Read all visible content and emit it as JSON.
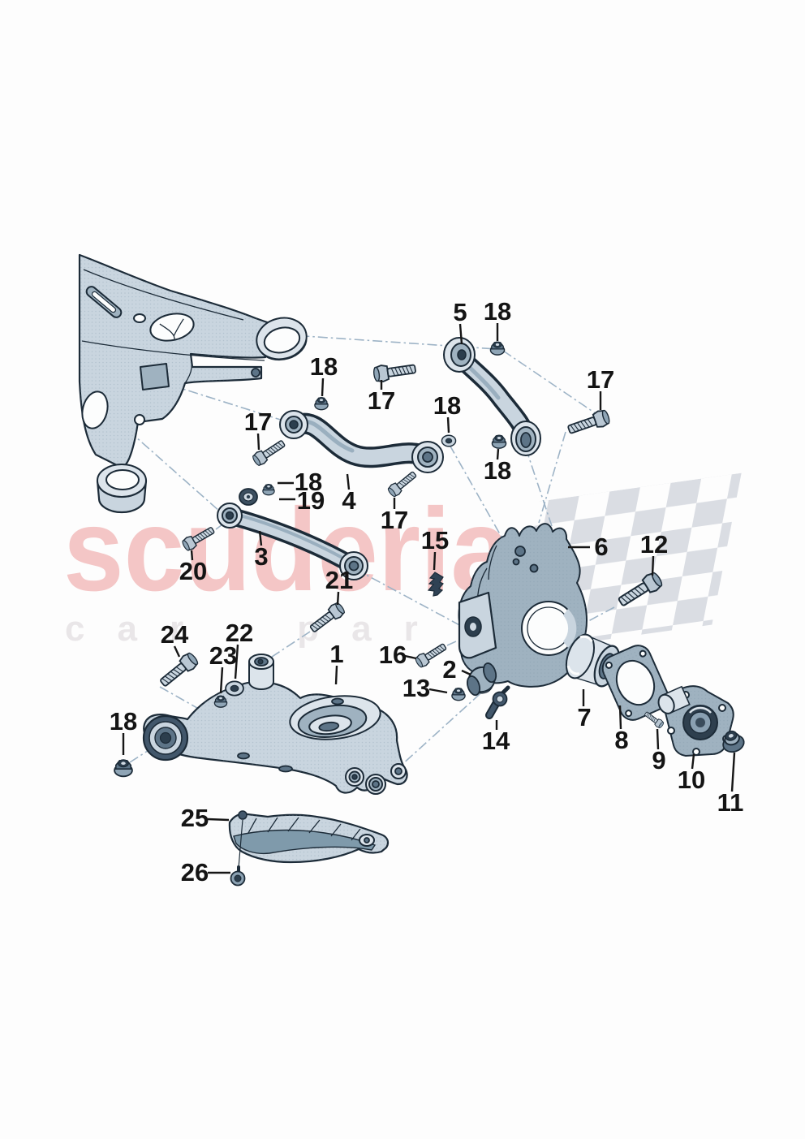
{
  "page": {
    "background": "#fdfdfd"
  },
  "watermark": {
    "title": "scuderia",
    "subtitle": "car par",
    "title_color": "#f4c6c6",
    "subtitle_color": "#e9e6e8",
    "flag_color": "#dadde3"
  },
  "diagram": {
    "description": "Rear axle suspension exploded parts diagram",
    "ink_color": "#1c2b38",
    "part_fill_light": "#c9d5df",
    "part_fill_mid": "#9fb2c0",
    "part_fill_dark": "#5d7487",
    "leader_color": "#9db3c6",
    "callouts": [
      {
        "label": "5"
      },
      {
        "label": "18"
      },
      {
        "label": "17"
      },
      {
        "label": "17"
      },
      {
        "label": "18"
      },
      {
        "label": "17"
      },
      {
        "label": "18"
      },
      {
        "label": "18"
      },
      {
        "label": "17"
      },
      {
        "label": "4"
      },
      {
        "label": "18"
      },
      {
        "label": "19"
      },
      {
        "label": "3"
      },
      {
        "label": "20"
      },
      {
        "label": "15"
      },
      {
        "label": "6"
      },
      {
        "label": "12"
      },
      {
        "label": "21"
      },
      {
        "label": "24"
      },
      {
        "label": "22"
      },
      {
        "label": "23"
      },
      {
        "label": "1"
      },
      {
        "label": "16"
      },
      {
        "label": "2"
      },
      {
        "label": "13"
      },
      {
        "label": "14"
      },
      {
        "label": "7"
      },
      {
        "label": "8"
      },
      {
        "label": "9"
      },
      {
        "label": "10"
      },
      {
        "label": "11"
      },
      {
        "label": "18"
      },
      {
        "label": "25"
      },
      {
        "label": "26"
      }
    ]
  }
}
